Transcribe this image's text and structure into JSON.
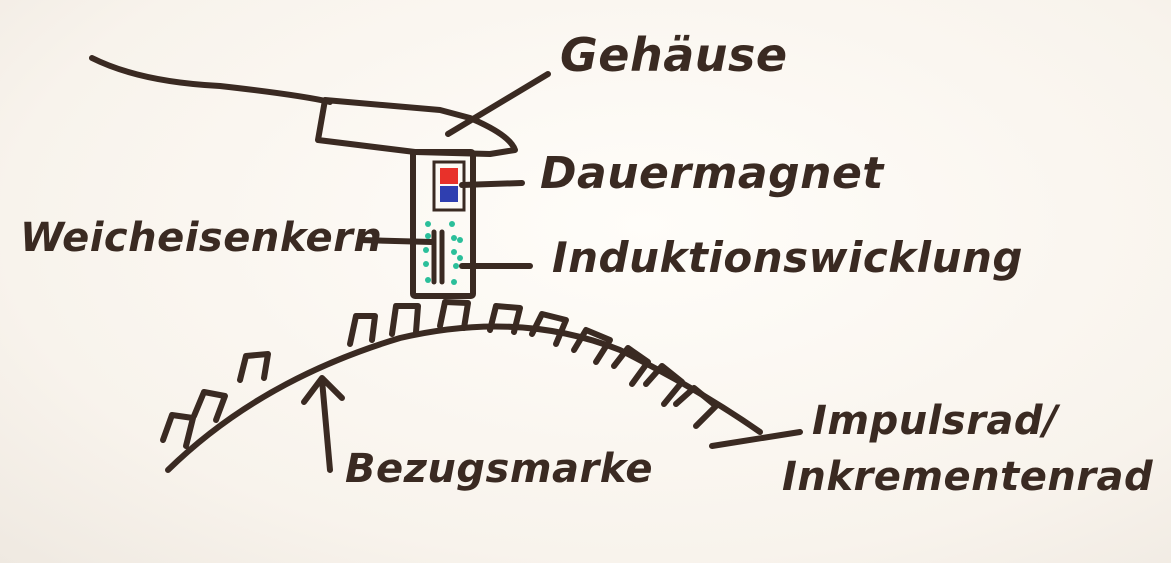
{
  "labels": {
    "gehaeuse": "Gehäuse",
    "dauermagnet": "Dauermagnet",
    "weicheisenkern": "Weicheisenkern",
    "induktionswicklung": "Induktionswicklung",
    "bezugsmarke": "Bezugsmarke",
    "impulsrad_line1": "Impulsrad/",
    "impulsrad_line2": "Inkrementenrad"
  },
  "colors": {
    "ink": "#3a2a22",
    "magnet_north": "#e8312a",
    "magnet_south": "#2f3fb0",
    "winding": "#2bbf9a"
  }
}
